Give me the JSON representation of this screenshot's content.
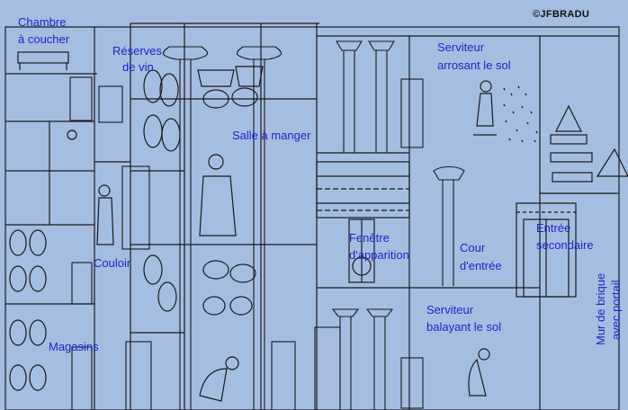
{
  "credit": "©JFBRADU",
  "labels": {
    "chambre": [
      "Chambre",
      "à coucher"
    ],
    "reserves": [
      "Réserves",
      "de vin"
    ],
    "salle": "Salle à manger",
    "serviteur_arrosant": [
      "Serviteur",
      "arrosant le sol"
    ],
    "couloir": "Couloir",
    "fenetre": [
      "Fenêtre",
      "d'apparition"
    ],
    "cour": [
      "Cour",
      "d'entrée"
    ],
    "entree_secondaire": [
      "Entrée",
      "secondaire"
    ],
    "mur": [
      "Mur de brique",
      "avec portail"
    ],
    "serviteur_balayant": [
      "Serviteur",
      "balayant le sol"
    ],
    "magasins": "Magasins"
  },
  "colors": {
    "background": "#a6bde2",
    "lines": "#1a1a1a",
    "label": "#1f22c8"
  }
}
